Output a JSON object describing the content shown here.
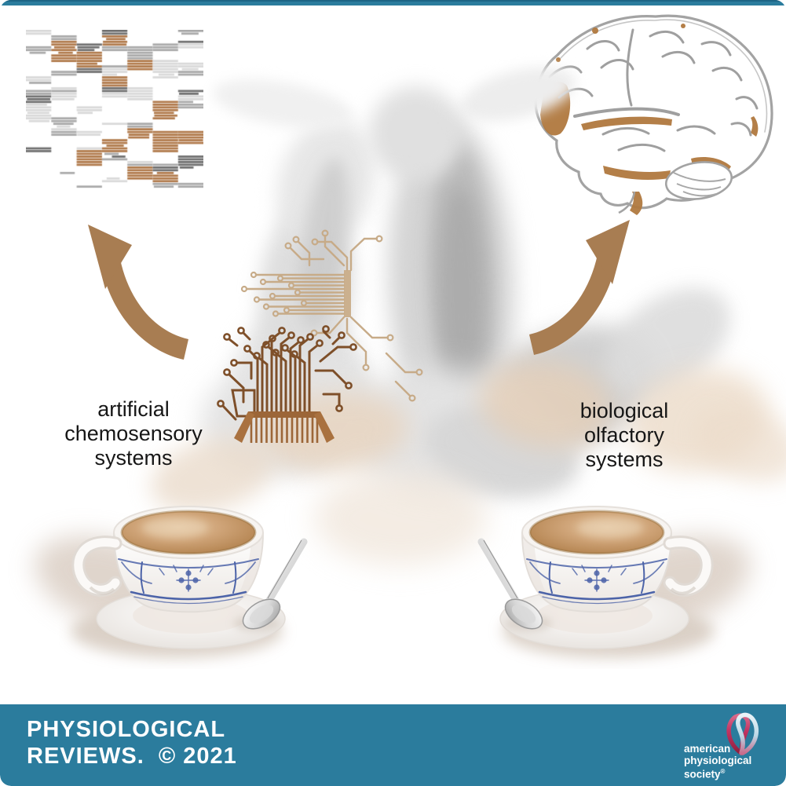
{
  "publication": {
    "banner_line1": "PHYSIOLOGICAL",
    "banner_line2": "REVIEWS.",
    "copyright": "© 2021"
  },
  "logo": {
    "line1": "american",
    "line2": "physiological",
    "line3": "society",
    "mark": "®"
  },
  "labels": {
    "left": {
      "lines": [
        "artificial",
        "chemosensory",
        "systems"
      ]
    },
    "right": {
      "lines": [
        "biological",
        "olfactory",
        "systems"
      ]
    }
  },
  "scene": {
    "left_figure": "sensor-response-heatmap",
    "right_figure": "brain-sketch",
    "center_figure": "coffee-steam-with-circuit-traces",
    "bottom_figures": [
      "coffee-cup-left",
      "coffee-cup-right"
    ]
  },
  "colors": {
    "teal": "#2b7c9d",
    "tealDark": "#1d6484",
    "white": "#ffffff",
    "textDark": "#161616",
    "arrow": "#a87d52",
    "circuitLight": "#c7ab88",
    "circuitMid": "#a9713f",
    "circuitDark": "#7e4f29",
    "heatBrown": "#b0794a",
    "delftBlue": "#4c63a8",
    "coffee": "#bf9064",
    "brainGray": "#a3a3a3",
    "brainBrown": "#b0793f",
    "logoCrimson": "#a92a4e",
    "logoPink": "#d96a8a",
    "logoBlue": "#cfe3ee"
  },
  "heatmap": {
    "rows": 58,
    "cols": 7,
    "cell_w": 32.3,
    "row_h": 3.48,
    "stripe_h": 2.7,
    "seed": 11,
    "palette": [
      "#ffffff",
      "#d9d9d9",
      "#a9a9a9",
      "#6f6f6f",
      "#b0794a"
    ],
    "weights": [
      0.38,
      0.22,
      0.16,
      0.12,
      0.12
    ]
  }
}
